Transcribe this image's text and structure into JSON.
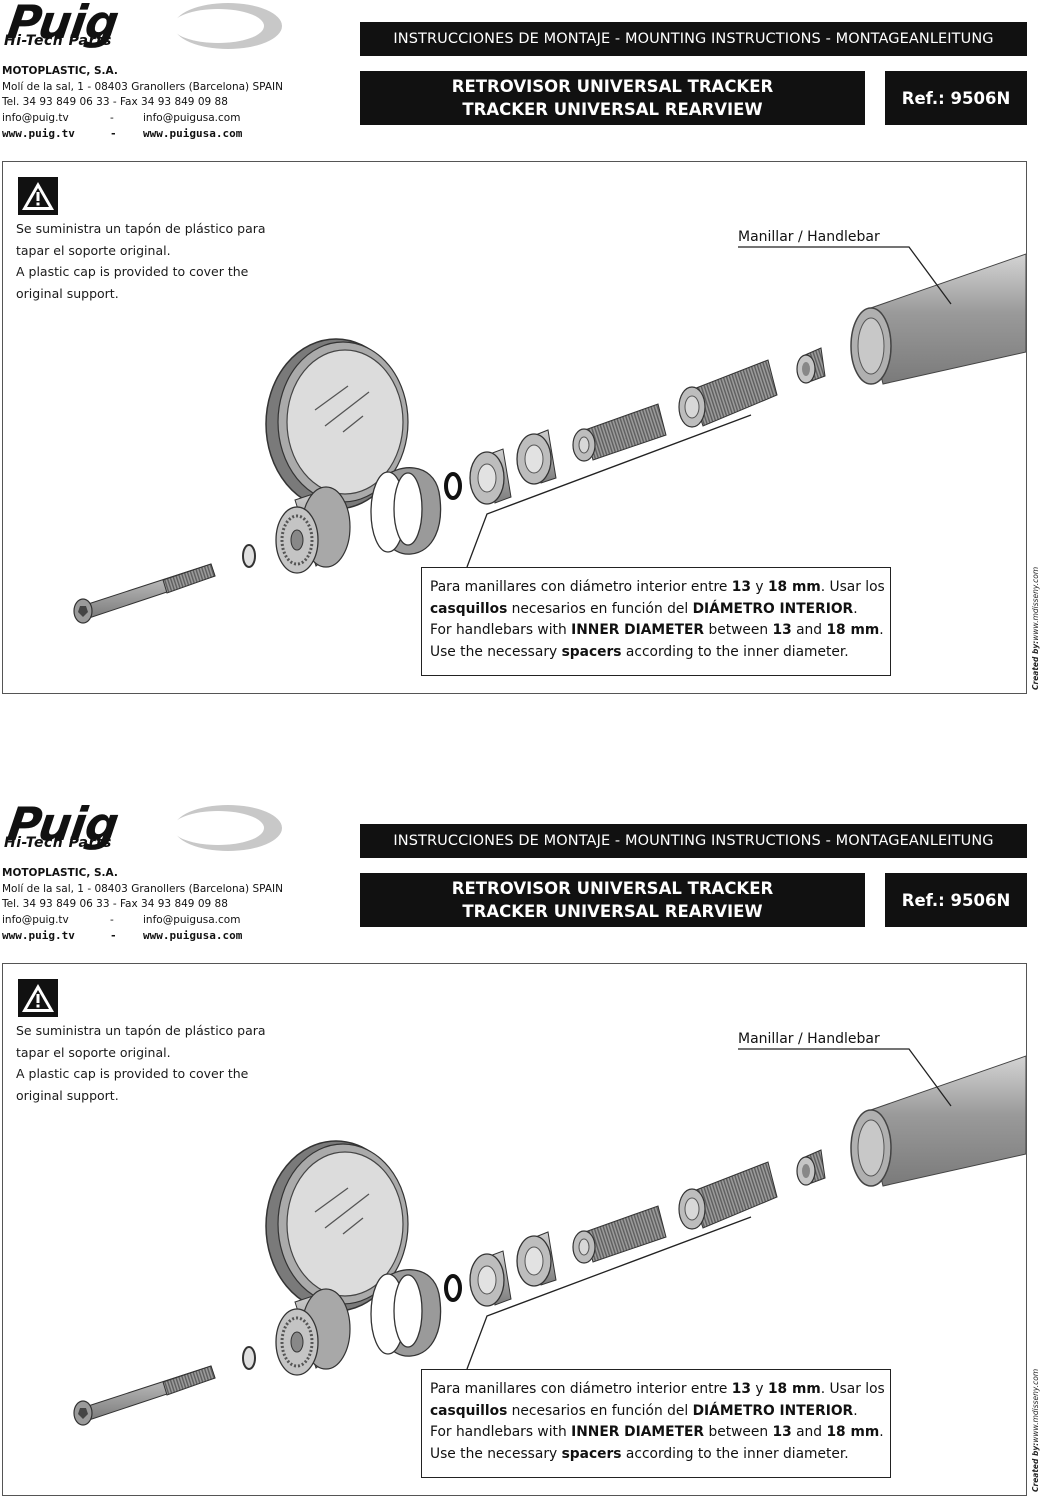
{
  "logo": {
    "word": "Puig",
    "subtitle": "Hi-Tech Parts"
  },
  "company": {
    "name": "MOTOPLASTIC, S.A.",
    "address": "Molí de la sal, 1  -  08403 Granollers (Barcelona) SPAIN",
    "phone": "Tel. 34 93 849 06 33  -  Fax 34 93 849 09 88",
    "email_1": "info@puig.tv",
    "email_2": "info@puigusa.com",
    "web_1": "www.puig.tv",
    "web_2": "www.puigusa.com",
    "sep": "-"
  },
  "header": {
    "instructions": "INSTRUCCIONES DE MONTAJE - MOUNTING INSTRUCTIONS - MONTAGEANLEITUNG",
    "title_line1": "RETROVISOR UNIVERSAL TRACKER",
    "title_line2": "TRACKER UNIVERSAL REARVIEW",
    "reference": "Ref.: 9506N"
  },
  "diagram": {
    "warning_line1": "Se suministra un tapón de plástico para",
    "warning_line2": "tapar el soporte original.",
    "warning_line3": "A plastic cap is provided to cover the",
    "warning_line4": "original support.",
    "handlebar_label": "Manillar / Handlebar",
    "note": {
      "l1a": "Para manillares con diámetro interior entre ",
      "l1b": "13",
      "l1c": " y ",
      "l1d": "18 mm",
      "l1e": ". Usar los",
      "l2a": "casquillos",
      "l2b": " necesarios en función del ",
      "l2c": "DIÁMETRO INTERIOR",
      "l2d": ".",
      "l3a": "For handlebars with ",
      "l3b": "INNER DIAMETER",
      "l3c": " between ",
      "l3d": "13",
      "l3e": " and ",
      "l3f": "18 mm",
      "l3g": ".",
      "l4a": "Use the necessary ",
      "l4b": "spacers",
      "l4c": " according to the inner diameter."
    },
    "credit_label": "Created by:",
    "credit_site": "www.mdisseny.com"
  },
  "colors": {
    "bar": "#111111",
    "part_fill": "#bdbdbd",
    "part_dark": "#6f6f6f"
  }
}
